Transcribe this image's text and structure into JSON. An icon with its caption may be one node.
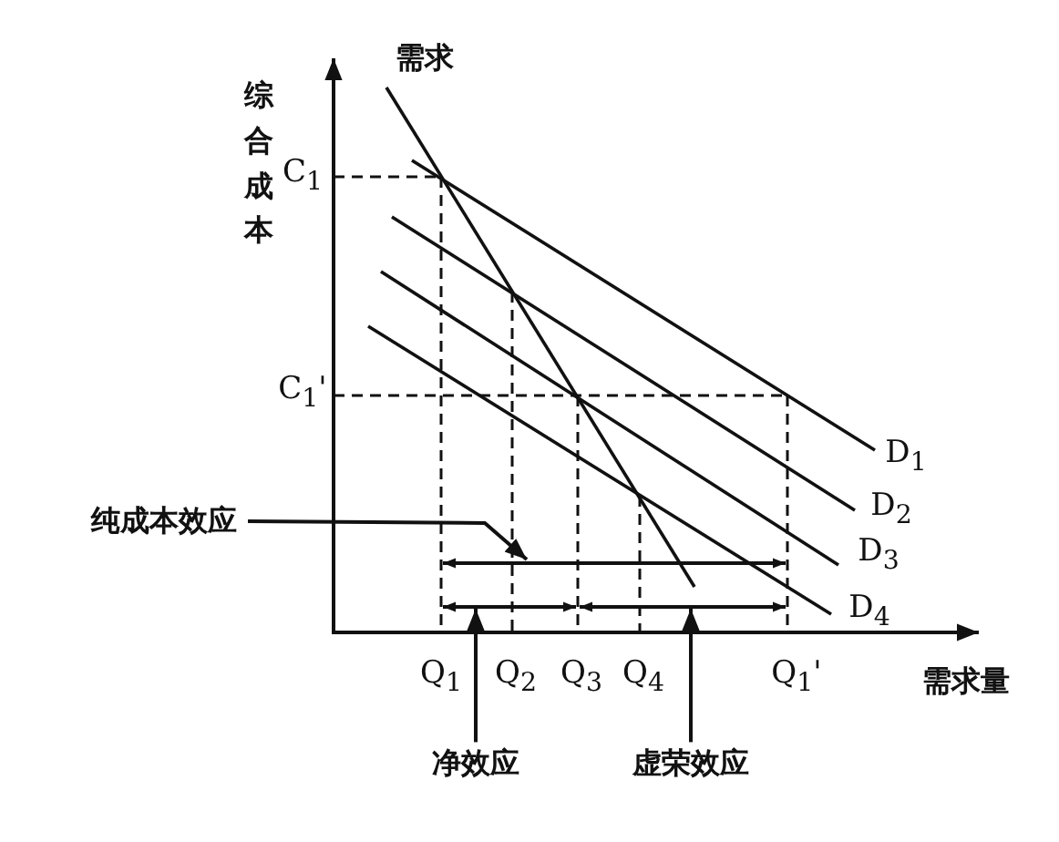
{
  "diagram": {
    "nodes": [
      {
        "text": [
          "纯成本效应"
        ]
      },
      {
        "text": [
          "净效应"
        ]
      },
      {
        "text": [
          "虚荣效应"
        ]
      }
    ],
    "edges": [
      {
        "from": 0,
        "to": null,
        "arrow": "to"
      },
      {
        "from": 1,
        "to": null,
        "arrow": "to"
      },
      {
        "from": 2,
        "to": null,
        "arrow": "to"
      }
    ],
    "labels": [
      "综合成本",
      "C$_{1}$",
      "C$_{1}$'",
      "需求",
      "D$_{1}$",
      "D$_{2}$",
      "D$_{3}$",
      "D$_{4}$",
      "Q$_{1}$",
      "Q$_{2}$",
      "Q$_{3}$",
      "Q$_{4}$",
      "Q$_{1}$'",
      "需求量"
    ]
  }
}
